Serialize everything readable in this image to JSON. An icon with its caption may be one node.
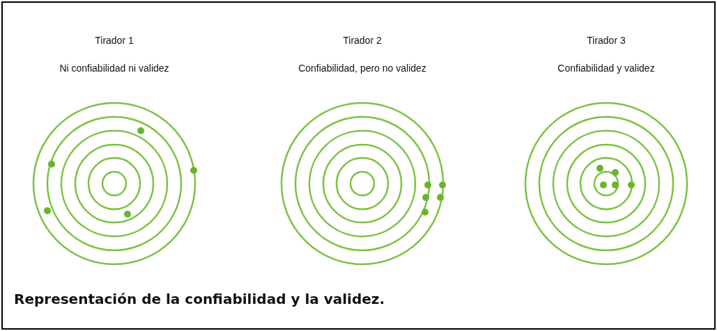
{
  "diagram": {
    "caption": "Representación de la confiabilidad y la validez.",
    "labels": [
      "Tirador 1",
      "Tirador 2",
      "Tirador 3",
      "Ni confiabilidad ni validez",
      "Confiabilidad, pero no validez",
      "Confiabilidad y validez"
    ]
  }
}
